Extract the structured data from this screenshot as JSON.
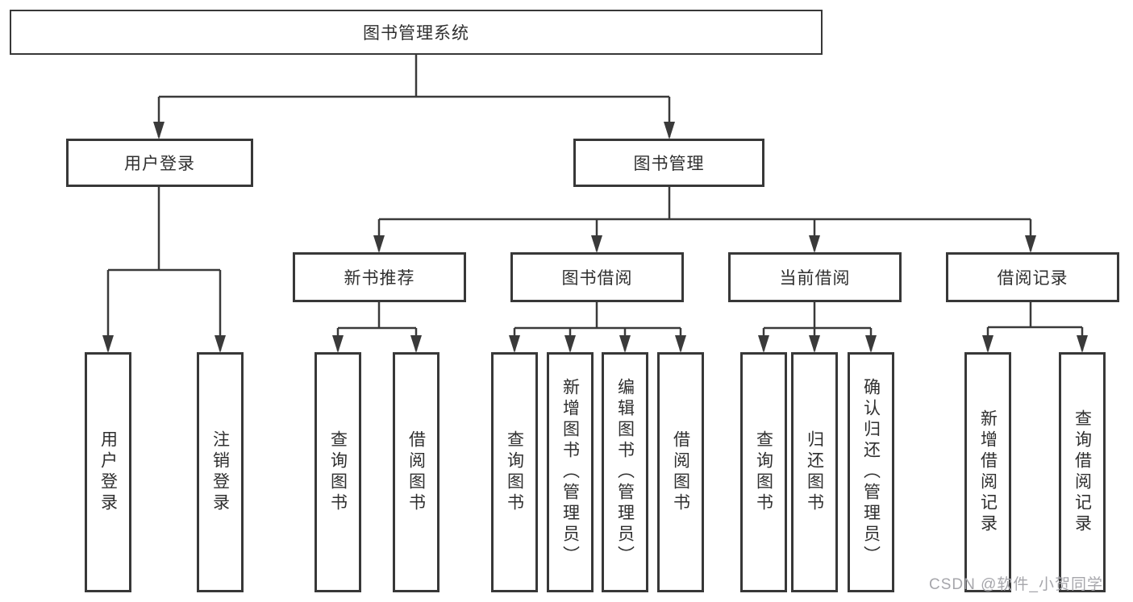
{
  "root": {
    "label": "图书管理系统"
  },
  "level2": {
    "user_login": {
      "label": "用户登录"
    },
    "book_management": {
      "label": "图书管理"
    }
  },
  "level3": {
    "new_book_recommend": {
      "label": "新书推荐"
    },
    "book_borrow": {
      "label": "图书借阅"
    },
    "current_borrow": {
      "label": "当前借阅"
    },
    "borrow_record": {
      "label": "借阅记录"
    }
  },
  "leaves": {
    "user_login": [
      "用户登录",
      "注销登录"
    ],
    "new_book_recommend": [
      "查询图书",
      "借阅图书"
    ],
    "book_borrow": [
      "查询图书",
      "新增图书（管理员）",
      "编辑图书（管理员）",
      "借阅图书"
    ],
    "current_borrow": [
      "查询图书",
      "归还图书",
      "确认归还（管理员）"
    ],
    "borrow_record": [
      "新增借阅记录",
      "查询借阅记录"
    ]
  },
  "watermark": "CSDN @软件_小贺同学",
  "colors": {
    "line": "#3a3a3a",
    "box_border": "#383838",
    "text": "#2f2f2f",
    "watermark": "#a6a6ab",
    "background": "#ffffff"
  }
}
